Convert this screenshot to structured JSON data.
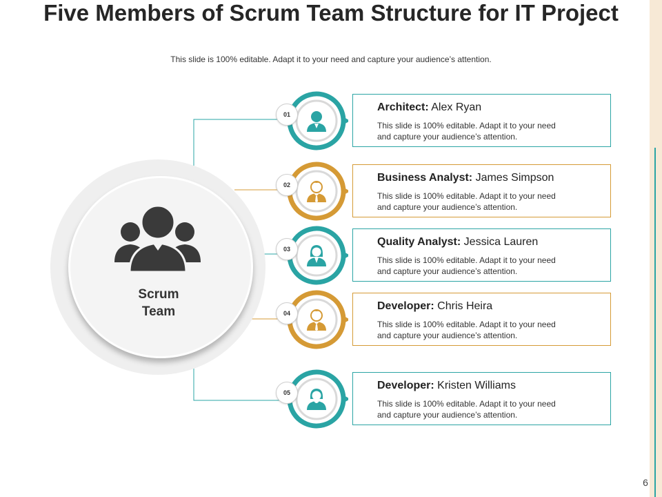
{
  "title": "Five Members of Scrum Team Structure for IT Project",
  "subtitle": "This slide is 100% editable. Adapt it to your need and capture your audience’s attention.",
  "page_number": "6",
  "center": {
    "label_line1": "Scrum",
    "label_line2": "Team",
    "icon": "team-group-icon"
  },
  "colors": {
    "teal": "#2aa4a4",
    "gold": "#d59a35",
    "dark_icon": "#3a3a3a"
  },
  "members": [
    {
      "number": "01",
      "role": "Architect:",
      "name": "Alex Ryan",
      "desc": "This slide is 100% editable. Adapt it to your need and capture your audience’s attention.",
      "color": "teal",
      "icon": "businessman-icon"
    },
    {
      "number": "02",
      "role": "Business Analyst:",
      "name": "James Simpson",
      "desc": "This slide is 100% editable. Adapt it to your need and capture your audience’s attention.",
      "color": "gold",
      "icon": "man-with-tie-icon"
    },
    {
      "number": "03",
      "role": "Quality Analyst:",
      "name": "Jessica Lauren",
      "desc": "This slide is 100% editable. Adapt it to your need and capture your audience’s attention.",
      "color": "teal",
      "icon": "businesswoman-icon"
    },
    {
      "number": "04",
      "role": "Developer:",
      "name": "Chris Heira",
      "desc": "This slide is 100% editable. Adapt it to your need and capture your audience’s attention.",
      "color": "gold",
      "icon": "man-with-tie-icon"
    },
    {
      "number": "05",
      "role": "Developer:",
      "name": "Kristen Williams",
      "desc": "This slide is 100% editable. Adapt it to your need and capture your audience’s attention.",
      "color": "teal",
      "icon": "woman-icon"
    }
  ]
}
